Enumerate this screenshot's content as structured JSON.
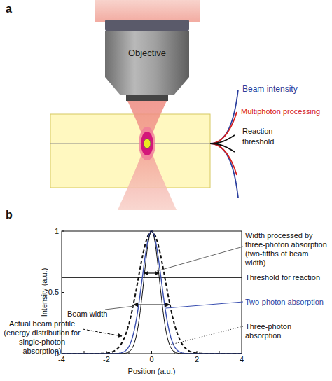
{
  "diagram": {
    "nodes": [
      {
        "text": [
          "Objective"
        ]
      }
    ],
    "labels": [
      "a",
      "Beam intensity",
      "Multiphoton processing",
      "Reaction",
      "threshold",
      "b",
      "1",
      "0.5",
      "0",
      "-4",
      "-2",
      "0",
      "2",
      "4",
      "Intensity (a.u.)",
      "Position (a.u.)",
      "Width processed by three-photon absorption (two-fifths of beam width)",
      "Threshold for reaction",
      "Beam width",
      "Two-photon absorption",
      "Three-photon absorption",
      "Actual beam profile (energy distribution for single-photon absorption)"
    ]
  }
}
